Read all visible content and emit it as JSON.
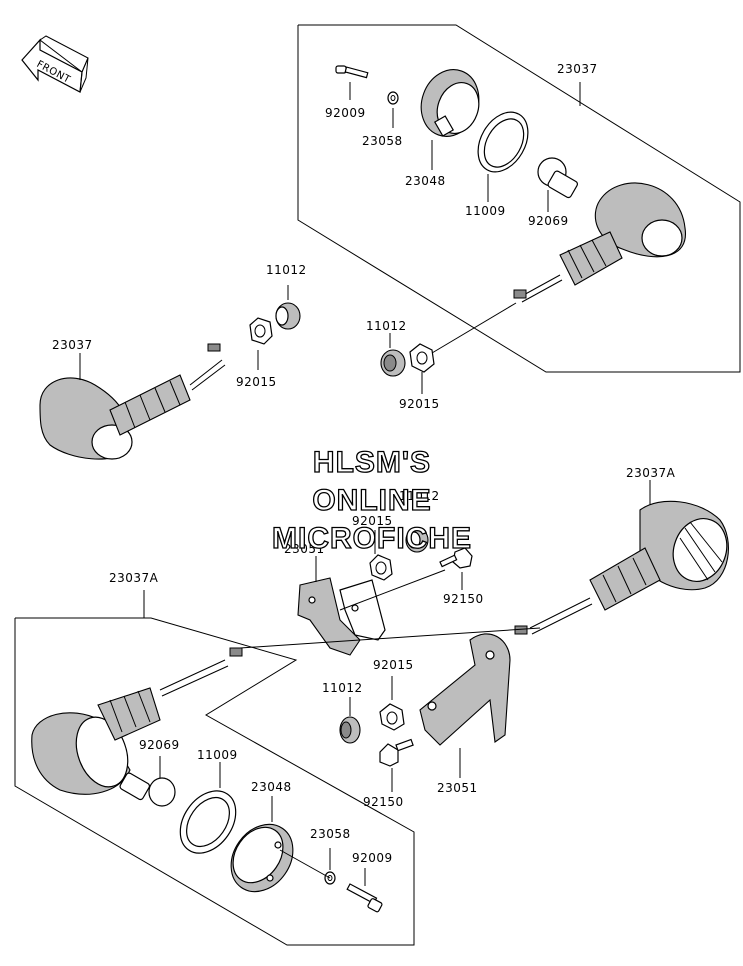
{
  "front_arrow": {
    "label": "FRONT"
  },
  "watermark": {
    "line1": "HLSM'S",
    "line2": "ONLINE",
    "line3": "MICROFICHE"
  },
  "labels": {
    "top_23037": "23037",
    "top_92009": "92009",
    "top_23058": "23058",
    "top_23048": "23048",
    "top_11009": "11009",
    "top_92069": "92069",
    "left_11012": "11012",
    "left_92015": "92015",
    "left_23037": "23037",
    "center_11012": "11012",
    "center_92015": "92015",
    "mid_11012": "11012",
    "mid_92015": "92015",
    "mid_23051": "23051",
    "right_23037A": "23037A",
    "left_23037A": "23037A",
    "mid_92150": "92150",
    "low_92015": "92015",
    "low_11012": "11012",
    "low_92069": "92069",
    "low_11009": "11009",
    "low_23048": "23048",
    "low_92150": "92150",
    "low_23051": "23051",
    "low_23058": "23058",
    "low_92009": "92009"
  }
}
